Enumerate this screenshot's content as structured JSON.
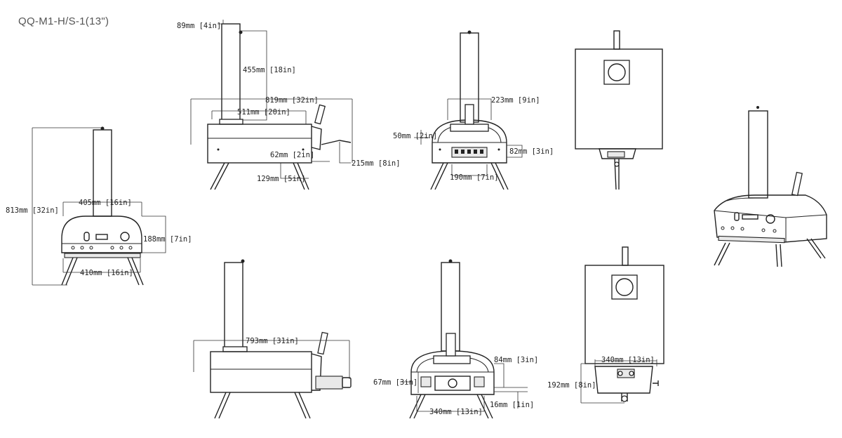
{
  "title": "QQ-M1-H/S-1(13\")",
  "dimensions": {
    "chimney_width": "89mm [4in]",
    "chimney_height": "455mm [18in]",
    "side_total_depth": "819mm [32in]",
    "side_body_depth": "511mm [20in]",
    "handle_depth": "62mm [2in]",
    "leg_offset": "129mm [5in]",
    "handle_height": "215mm [8in]",
    "front_chimney_span": "223mm [9in]",
    "dome_height": "50mm [2in]",
    "panel_height": "82mm [3in]",
    "panel_width": "190mm [7in]",
    "total_height": "813mm [32in]",
    "front_top_width": "405mm [16in]",
    "front_body_height": "188mm [7in]",
    "front_leg_width": "410mm [16in]",
    "side2_depth": "793mm [31in]",
    "rear_box_height": "84mm [3in]",
    "rear_side_height": "67mm [3in]",
    "rear_width": "340mm [13in]",
    "rear_pipe": "16mm [1in]",
    "top_width": "340mm [13in]",
    "top_depth": "192mm [8in]"
  }
}
